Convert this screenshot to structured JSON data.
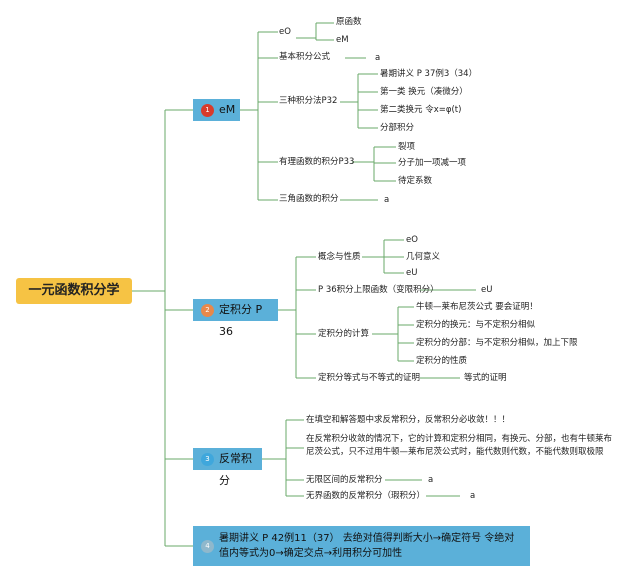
{
  "root": {
    "label": "一元函数积分学"
  },
  "branch1": {
    "badge": "1",
    "label": "eM",
    "color": "#d93b2b",
    "items": {
      "eo": {
        "label": "eO",
        "children": [
          "原函数",
          "eM"
        ]
      },
      "basic": {
        "label": "基本积分公式",
        "note": "a"
      },
      "three_methods": {
        "label": "三种积分法P32",
        "children": [
          "暑期讲义 P 37例3（34）",
          "第一类 换元（凑微分）",
          "第二类换元 令x=φ(t)",
          "分部积分"
        ]
      },
      "rational": {
        "label": "有理函数的积分P33",
        "children": [
          "裂项",
          "分子加一项减一项",
          "待定系数"
        ]
      },
      "trig": {
        "label": "三角函数的积分",
        "note": "a"
      }
    }
  },
  "branch2": {
    "badge": "2",
    "label": "定积分 P 36",
    "color": "#e8884a",
    "items": {
      "concept": {
        "label": "概念与性质",
        "children": [
          "eO",
          "几何意义",
          "eU"
        ]
      },
      "upper": {
        "label": "P 36积分上限函数（变限积分）",
        "note": "eU"
      },
      "calc": {
        "label": "定积分的计算",
        "children": [
          "牛顿—莱布尼茨公式 要会证明！",
          "定积分的换元：与不定积分相似",
          "定积分的分部：与不定积分相似，加上下限",
          "定积分的性质"
        ]
      },
      "ineq": {
        "label": "定积分等式与不等式的证明",
        "note": "等式的证明"
      }
    }
  },
  "branch3": {
    "badge": "3",
    "label": "反常积分",
    "color": "#3fa7dc",
    "items": {
      "fill": "在填空和解答题中求反常积分，反常积分必收敛！！！",
      "converge": "在反常积分收敛的情况下，它的计算和定积分相同，有换元、分部，也有牛顿莱布尼茨公式，只不过用牛顿—莱布尼茨公式时，能代数则代数，不能代数则取极限",
      "infinite": {
        "label": "无限区间的反常积分",
        "note": "a"
      },
      "unbounded": {
        "label": "无界函数的反常积分（瑕积分）",
        "note": "a"
      }
    }
  },
  "branch4": {
    "badge": "4",
    "color": "#8fb8cc",
    "label": "暑期讲义 P 42例11（37） 去绝对值得判断大小→确定符号 令绝对值内等式为0→确定交点→利用积分可加性"
  },
  "colors": {
    "line": "#5a9e5a",
    "branch": "#5bb0d9",
    "root": "#f6c344"
  }
}
